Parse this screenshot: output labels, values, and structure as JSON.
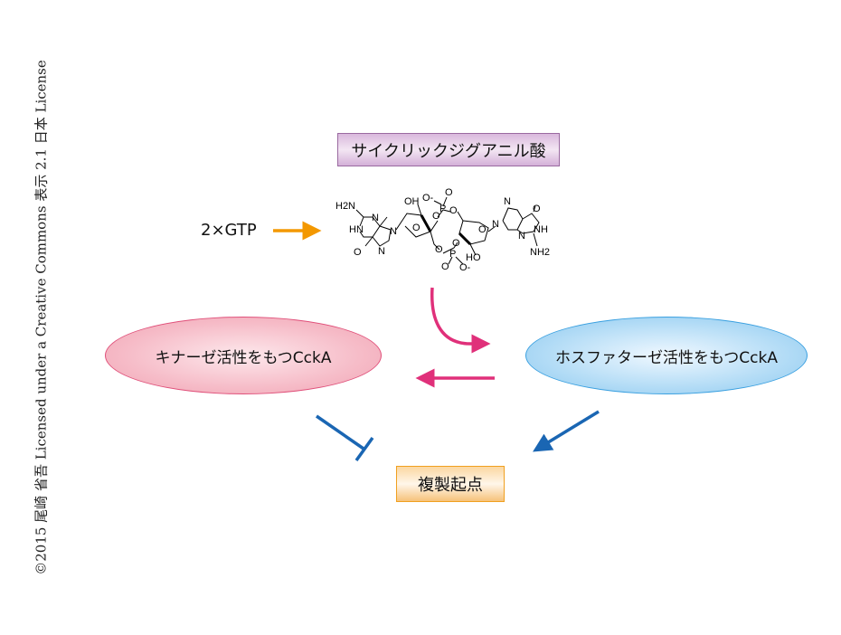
{
  "copyright": "©2015 尾崎 省吾 Licensed under a Creative Commons 表示 2.1 日本 License",
  "molecule_title": "サイクリックジグアニル酸",
  "gtp_label": "2×GTP",
  "kinase_label": "キナーゼ活性をもつCckA",
  "phosphatase_label": "ホスファターゼ活性をもつCckA",
  "origin_label": "複製起点",
  "atoms": [
    "H2N",
    "N",
    "HN",
    "N",
    "O",
    "N",
    "OH",
    "O",
    "O-",
    "P",
    "O",
    "O",
    "O",
    "O",
    "P",
    "O",
    "O",
    "O-",
    "O",
    "HO",
    "N",
    "N",
    "O",
    "NH",
    "N",
    "NH2"
  ],
  "colors": {
    "orange": "#f39800",
    "pink": "#e0307a",
    "blue": "#1a66b3"
  }
}
